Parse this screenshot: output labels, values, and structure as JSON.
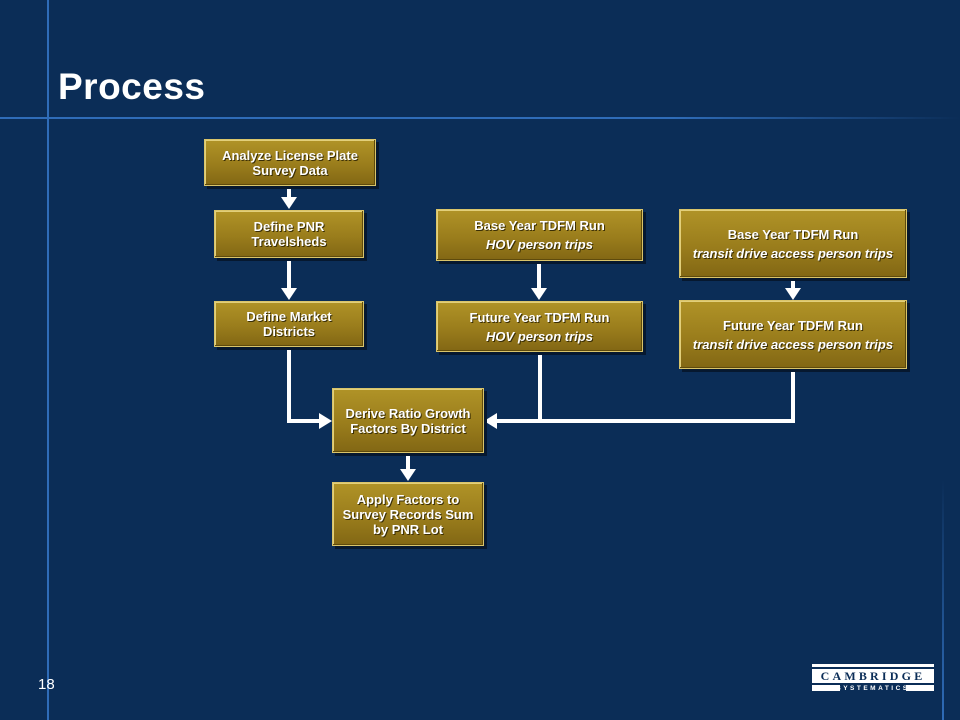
{
  "slide": {
    "title": "Process",
    "page_number": "18"
  },
  "flow": {
    "analyze": {
      "line1": "Analyze License Plate Survey Data"
    },
    "define_pnr": {
      "line1": "Define PNR Travelsheds"
    },
    "define_market": {
      "line1": "Define Market Districts"
    },
    "base_hov": {
      "line1": "Base Year TDFM Run",
      "line2": "HOV person trips"
    },
    "future_hov": {
      "line1": "Future Year TDFM Run",
      "line2": "HOV person trips"
    },
    "base_transit": {
      "line1": "Base Year TDFM Run",
      "line2": "transit drive access person trips"
    },
    "future_transit": {
      "line1": "Future Year TDFM Run",
      "line2": "transit drive access person trips"
    },
    "derive_ratio": {
      "line1": "Derive Ratio Growth Factors By District"
    },
    "apply_factors": {
      "line1": "Apply Factors to Survey Records Sum by PNR Lot"
    }
  },
  "logo": {
    "main": "CAMBRIDGE",
    "sub": "SYSTEMATICS"
  },
  "colors": {
    "background": "#0b2d57",
    "box": "#9a7d1c",
    "rule": "#2f6cb8",
    "connector": "#ffffff"
  }
}
